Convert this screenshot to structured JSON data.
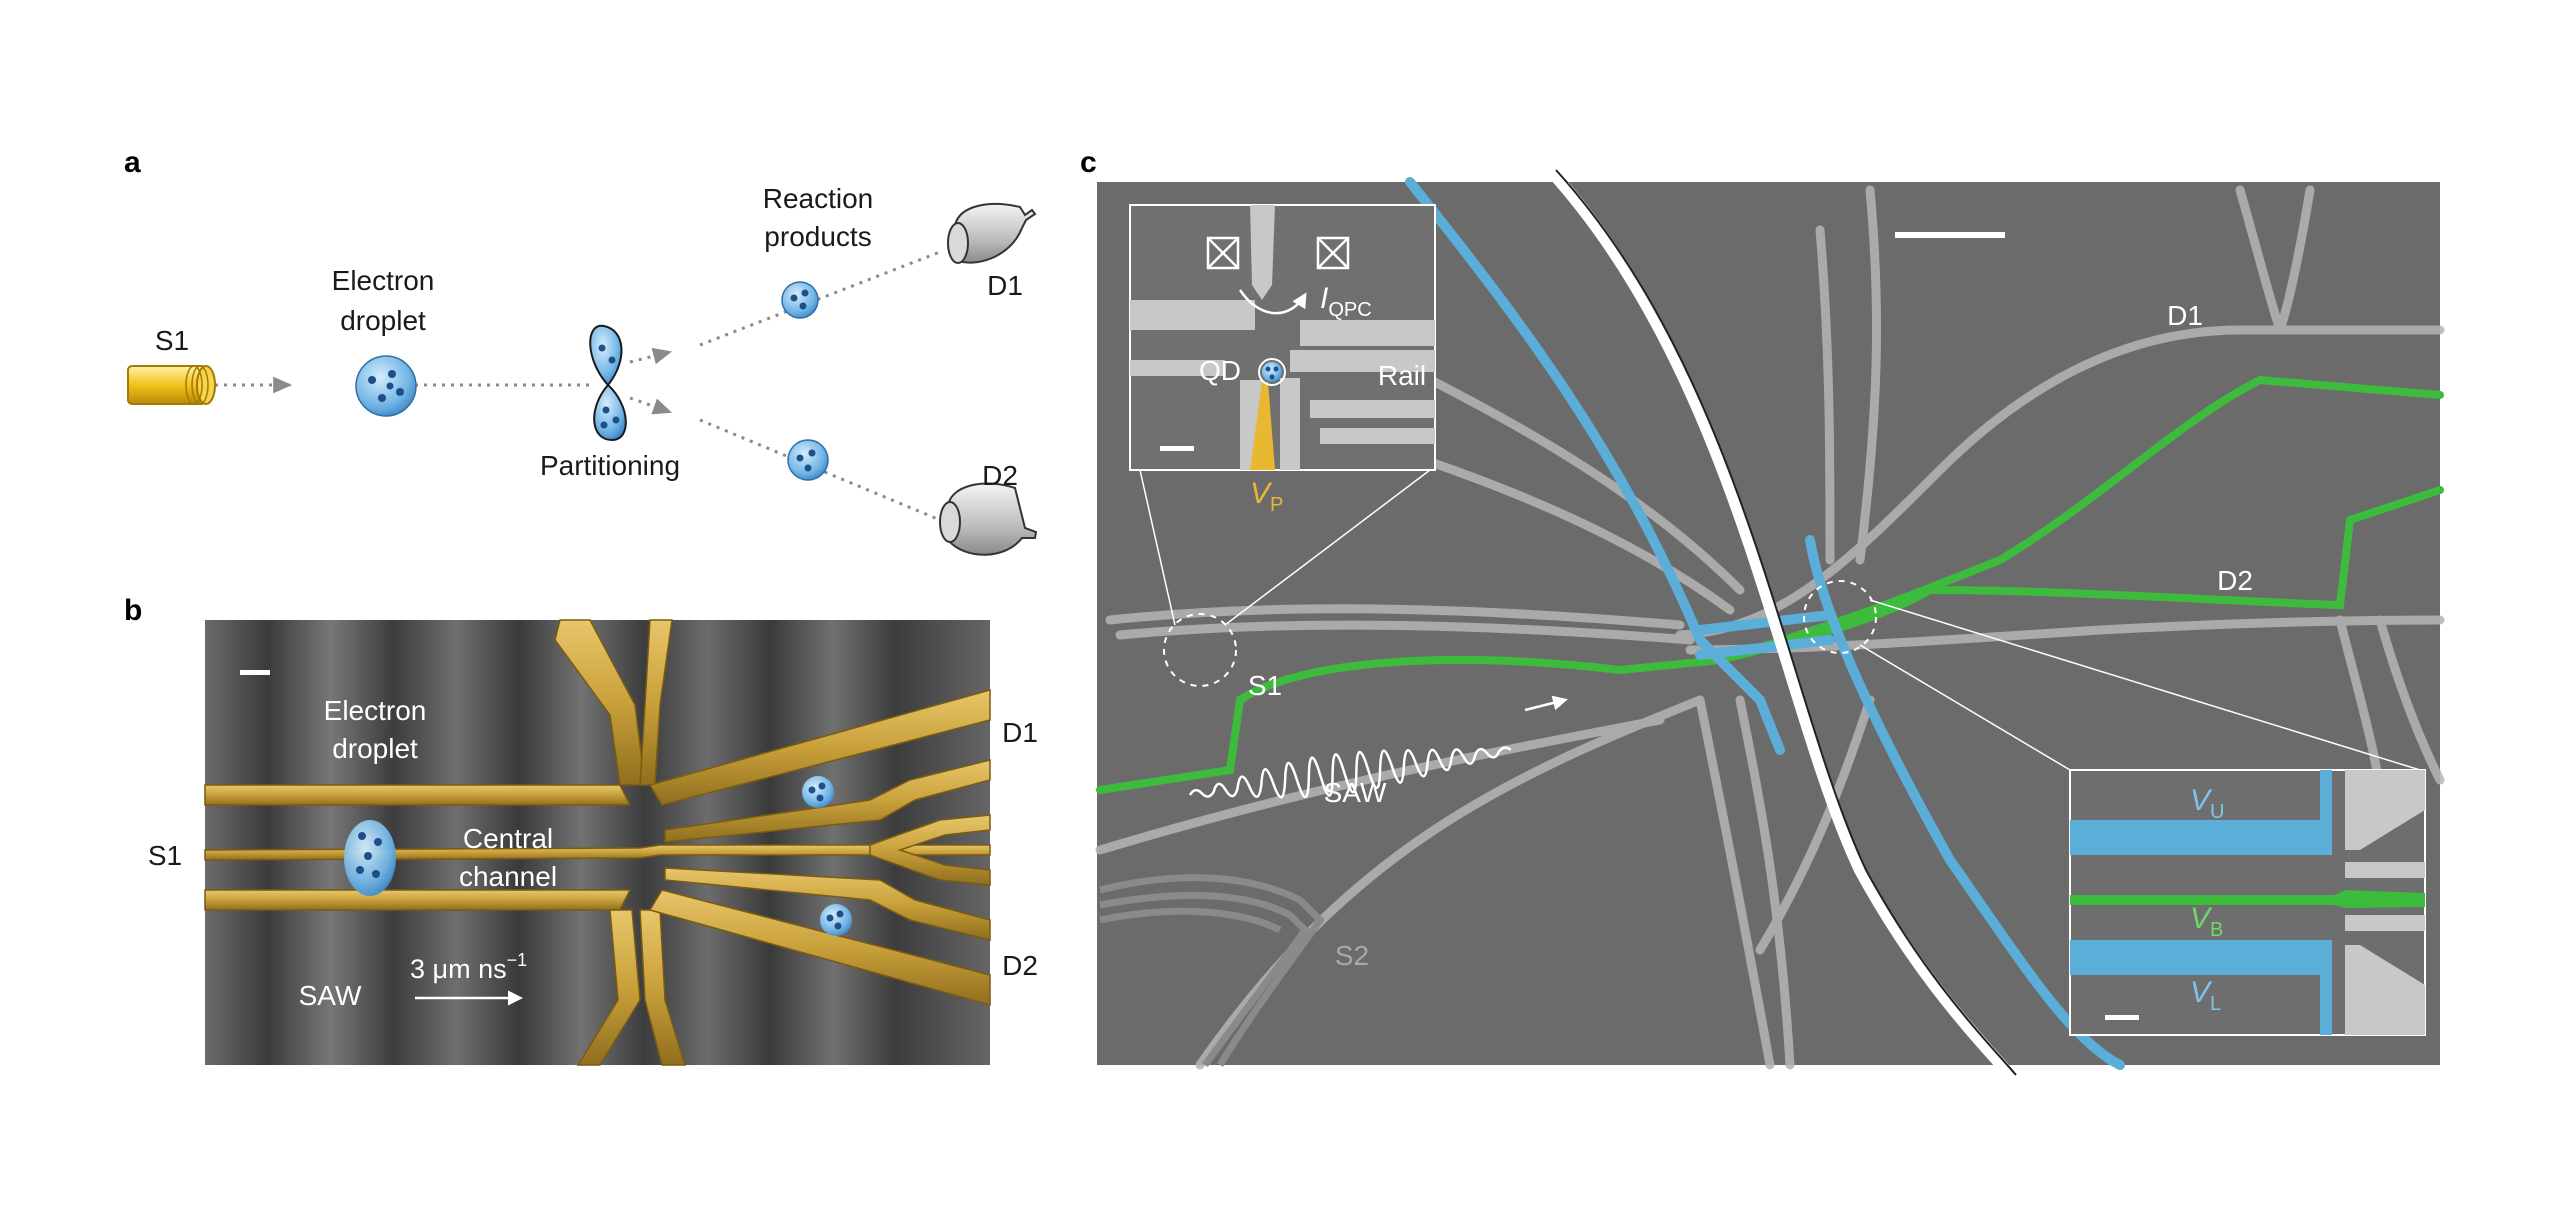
{
  "panel_a": {
    "letter": "a",
    "source_label": "S1",
    "droplet_label_line1": "Electron",
    "droplet_label_line2": "droplet",
    "partitioning_label": "Partitioning",
    "products_label_line1": "Reaction",
    "products_label_line2": "products",
    "detector1_label": "D1",
    "detector2_label": "D2"
  },
  "panel_b": {
    "letter": "b",
    "droplet_label_line1": "Electron",
    "droplet_label_line2": "droplet",
    "channel_label_line1": "Central",
    "channel_label_line2": "channel",
    "source_label": "S1",
    "detector1_label": "D1",
    "detector2_label": "D2",
    "saw_label": "SAW",
    "speed_label": "3 μm ns",
    "speed_exp": "−1"
  },
  "panel_c": {
    "letter": "c",
    "s1_label": "S1",
    "s2_label": "S2",
    "d1_label": "D1",
    "d2_label": "D2",
    "saw_label": "SAW",
    "inset_top": {
      "qd_label": "QD",
      "rail_label": "Rail",
      "iqpc_main": "I",
      "iqpc_sub": "QPC",
      "vp_main": "V",
      "vp_sub": "P"
    },
    "inset_bottom": {
      "vu_main": "V",
      "vu_sub": "U",
      "vb_main": "V",
      "vb_sub": "B",
      "vl_main": "V",
      "vl_sub": "L"
    }
  },
  "colors": {
    "gold": "#c9a13b",
    "blue_gate": "#5aaed8",
    "green_gate": "#3dbb3d",
    "yellow_gate": "#e8b830",
    "sem_bg": "#6b6b6b"
  }
}
